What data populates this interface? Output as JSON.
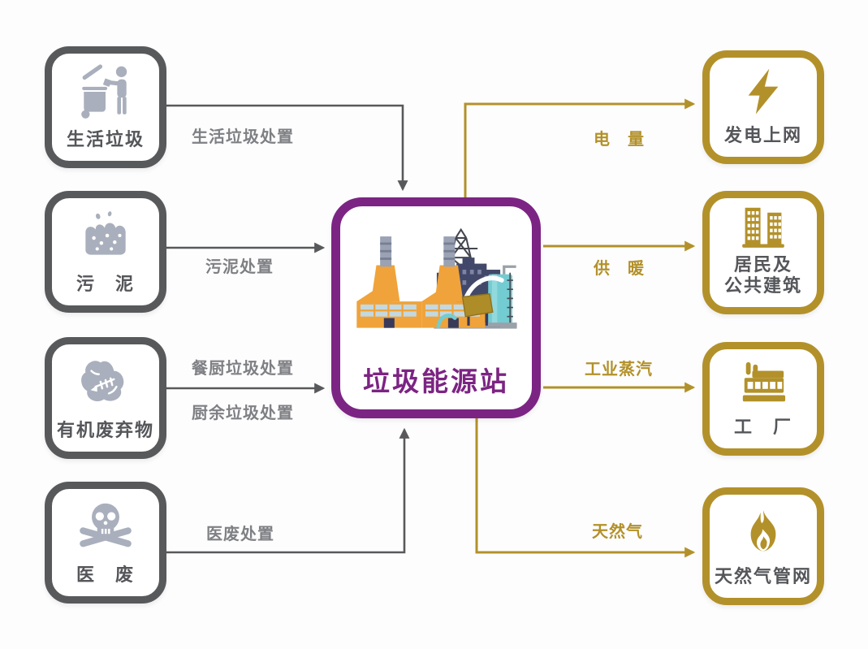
{
  "diagram": {
    "center": {
      "title": "垃圾能源站"
    },
    "inputs": [
      {
        "label": "生活垃圾",
        "icon": "trash-bin-person-icon",
        "edge": [
          "生活垃圾处置"
        ]
      },
      {
        "label": "污　泥",
        "icon": "sludge-tank-icon",
        "edge": [
          "污泥处置"
        ]
      },
      {
        "label": "有机废弃物",
        "icon": "organic-waste-icon",
        "edge": [
          "餐厨垃圾处置",
          "厨余垃圾处置"
        ]
      },
      {
        "label": "医　废",
        "icon": "skull-crossbones-icon",
        "edge": [
          "医废处置"
        ]
      }
    ],
    "outputs": [
      {
        "label": "发电上网",
        "icon": "lightning-bolt-icon",
        "edge": [
          "电　量"
        ]
      },
      {
        "label": "居民及\n公共建筑",
        "icon": "buildings-icon",
        "edge": [
          "供　暖"
        ]
      },
      {
        "label": "工　厂",
        "icon": "factory-icon",
        "edge": [
          "工业蒸汽"
        ]
      },
      {
        "label": "天然气管网",
        "icon": "flame-icon",
        "edge": [
          "天然气"
        ]
      }
    ],
    "colors": {
      "purple": "#7C2483",
      "gold": "#B3912A",
      "gray_border": "#58595B",
      "gray_icon": "#A9AFBC",
      "edge_label_gray": "#7F8084",
      "label_text": "#55565A",
      "background": "#FDFDFE"
    }
  }
}
